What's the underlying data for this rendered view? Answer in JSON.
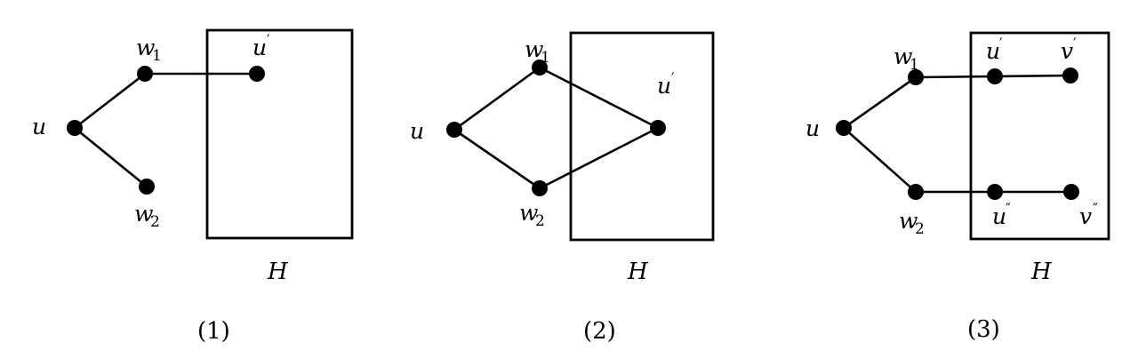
{
  "panels": [
    {
      "caption": "(1)",
      "box_label": "H",
      "labels": {
        "u": "u",
        "w1": "w",
        "w1_sub": "1",
        "w2": "w",
        "w2_sub": "2",
        "up": "u",
        "up_prime": "′"
      }
    },
    {
      "caption": "(2)",
      "box_label": "H",
      "labels": {
        "u": "u",
        "w1": "w",
        "w1_sub": "1",
        "w2": "w",
        "w2_sub": "2",
        "up": "u",
        "up_prime": "′"
      }
    },
    {
      "caption": "(3)",
      "box_label": "H",
      "labels": {
        "u": "u",
        "w1": "w",
        "w1_sub": "1",
        "w2": "w",
        "w2_sub": "2",
        "up": "u",
        "up_prime": "′",
        "vp": "v",
        "vp_prime": "′",
        "upp": "u",
        "upp_prime": "″",
        "vpp": "v",
        "vpp_prime": "″"
      }
    }
  ]
}
